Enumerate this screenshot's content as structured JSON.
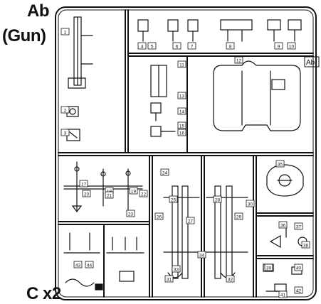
{
  "sheet": {
    "heading_code": "Ab",
    "heading_name": "(Gun)",
    "bottom_note": "C x2",
    "sprue_tag": "Ab"
  },
  "parts": [
    {
      "id": "1"
    },
    {
      "id": "2"
    },
    {
      "id": "3"
    },
    {
      "id": "4"
    },
    {
      "id": "5"
    },
    {
      "id": "6"
    },
    {
      "id": "7"
    },
    {
      "id": "8"
    },
    {
      "id": "9"
    },
    {
      "id": "10"
    },
    {
      "id": "11"
    },
    {
      "id": "12"
    },
    {
      "id": "13"
    },
    {
      "id": "14"
    },
    {
      "id": "15"
    },
    {
      "id": "16"
    },
    {
      "id": "17"
    },
    {
      "id": "18"
    },
    {
      "id": "19"
    },
    {
      "id": "20"
    },
    {
      "id": "21"
    },
    {
      "id": "22"
    },
    {
      "id": "23"
    },
    {
      "id": "24"
    },
    {
      "id": "25"
    },
    {
      "id": "26"
    },
    {
      "id": "27"
    },
    {
      "id": "28"
    },
    {
      "id": "29"
    },
    {
      "id": "30"
    },
    {
      "id": "31"
    },
    {
      "id": "32"
    },
    {
      "id": "33"
    },
    {
      "id": "34"
    },
    {
      "id": "35"
    },
    {
      "id": "36"
    },
    {
      "id": "37"
    },
    {
      "id": "38"
    },
    {
      "id": "39"
    },
    {
      "id": "40"
    },
    {
      "id": "41"
    },
    {
      "id": "42"
    },
    {
      "id": "43"
    },
    {
      "id": "44"
    }
  ],
  "colors": {
    "ink": "#111111",
    "paper": "#ffffff"
  }
}
